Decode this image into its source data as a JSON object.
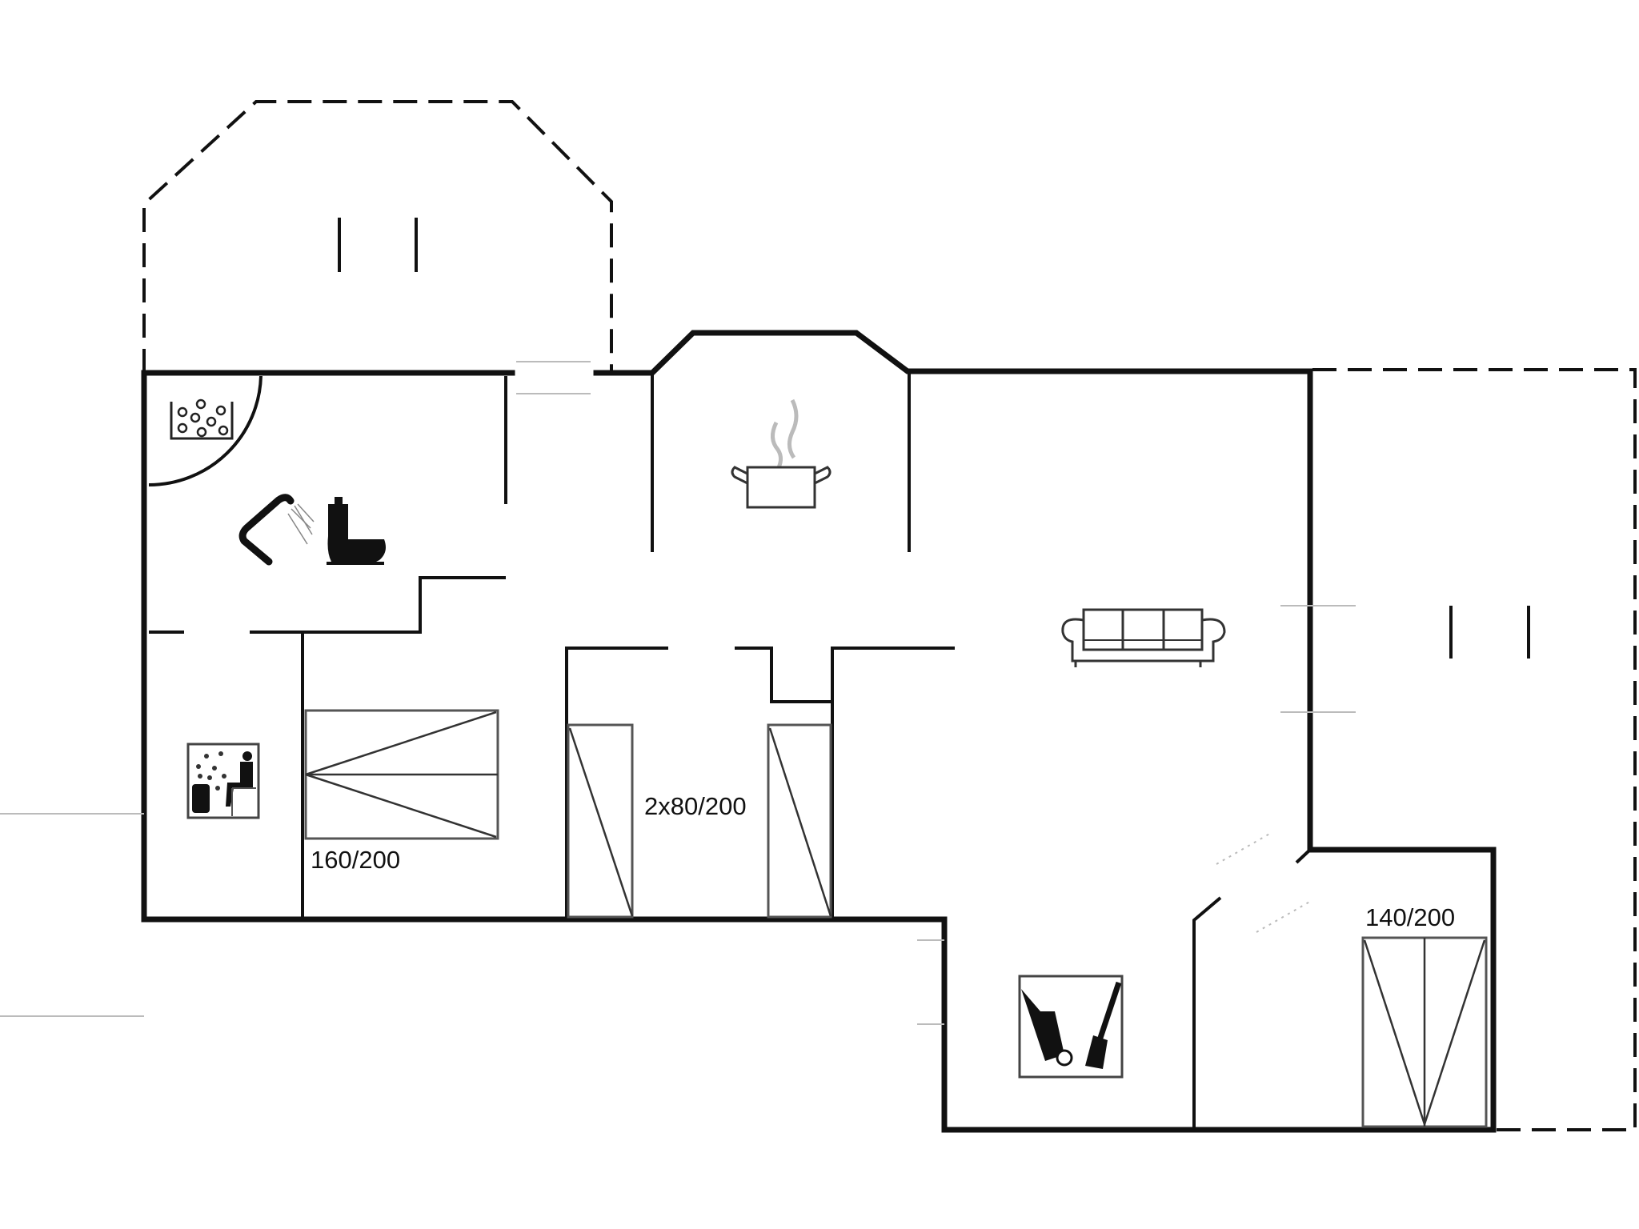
{
  "plan": {
    "type": "floor-plan",
    "labels": {
      "bed_double_west": "160/200",
      "bed_twin": "2x80/200",
      "bed_double_east": "140/200"
    },
    "rooms": [
      {
        "name": "terrace-north",
        "kind": "outdoor"
      },
      {
        "name": "bathroom",
        "fixtures": [
          "whirlpool",
          "shower",
          "toilet"
        ]
      },
      {
        "name": "sauna"
      },
      {
        "name": "bedroom-1",
        "bed": "160/200"
      },
      {
        "name": "bedroom-2",
        "bed": "2x80/200"
      },
      {
        "name": "kitchen",
        "fixtures": [
          "cooking-pot"
        ]
      },
      {
        "name": "living-room",
        "fixtures": [
          "sofa"
        ]
      },
      {
        "name": "terrace-east",
        "kind": "outdoor"
      },
      {
        "name": "utility-room",
        "fixtures": [
          "wheelbarrow-shovel"
        ]
      },
      {
        "name": "bedroom-3",
        "bed": "140/200"
      }
    ],
    "icons": [
      "whirlpool-icon",
      "shower-icon",
      "toilet-icon",
      "sauna-icon",
      "cooking-pot-icon",
      "sofa-icon",
      "utility-icon"
    ],
    "colors": {
      "wall": "#111111",
      "window": "#bbbbbb",
      "background": "#ffffff"
    }
  }
}
